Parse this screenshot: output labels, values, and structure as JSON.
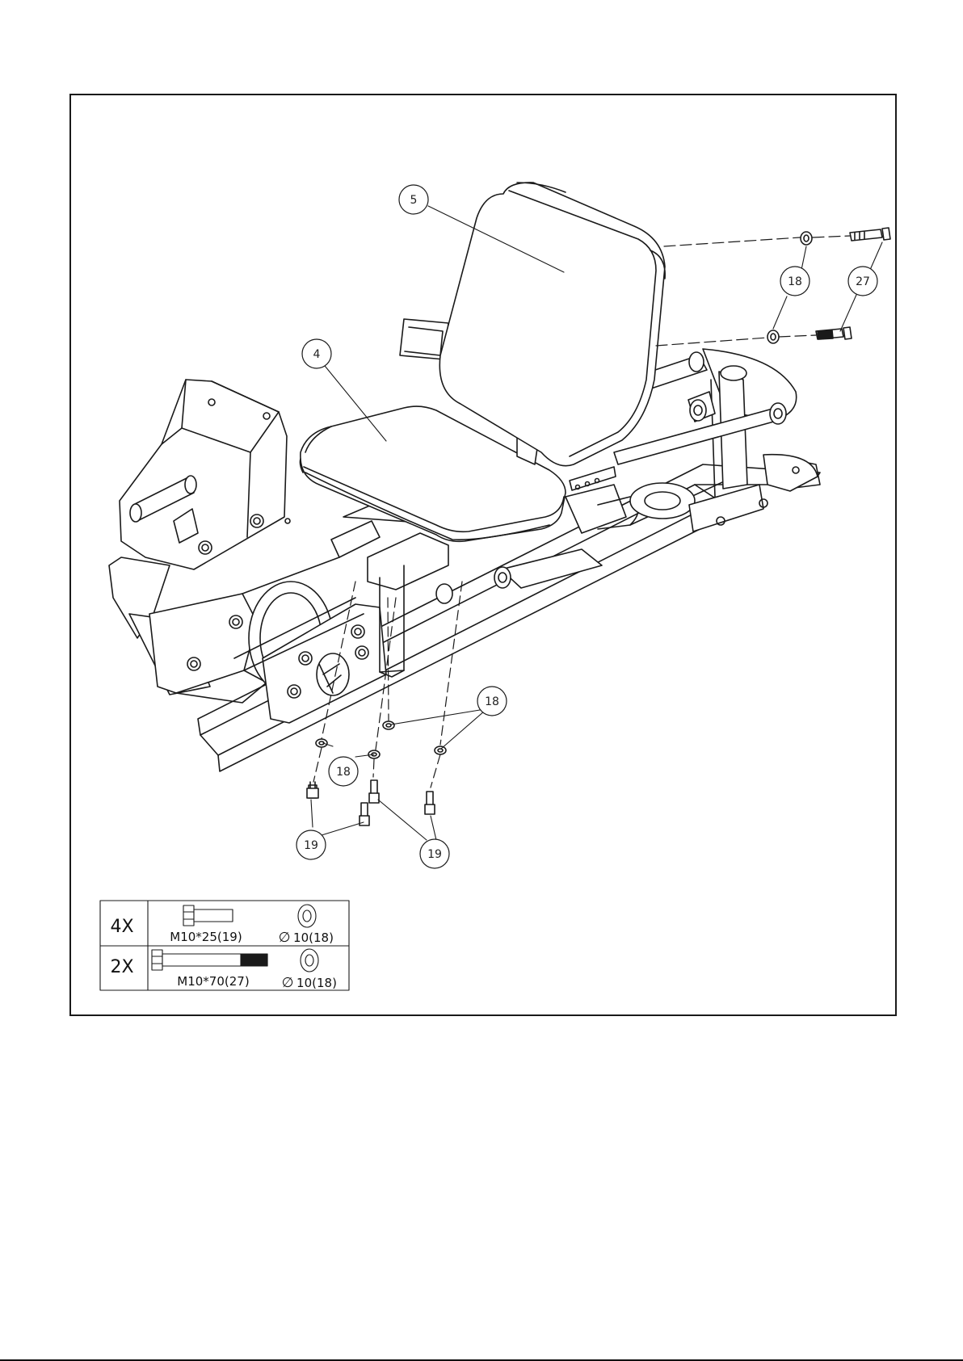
{
  "callouts": {
    "backrest": "5",
    "seat": "4",
    "washer_top": "18",
    "bolt_top": "27",
    "washer_lower_right": "18",
    "washer_lower_left": "18",
    "bolt_lower_left": "19",
    "bolt_lower_right": "19"
  },
  "hardware_table": {
    "rows": [
      {
        "qty": "4X",
        "bolt_label": "M10*25(19)",
        "washer_symbol": "∅",
        "washer_label": "10(18)"
      },
      {
        "qty": "2X",
        "bolt_label": "M10*70(27)",
        "washer_symbol": "∅",
        "washer_label": "10(18)"
      }
    ]
  }
}
